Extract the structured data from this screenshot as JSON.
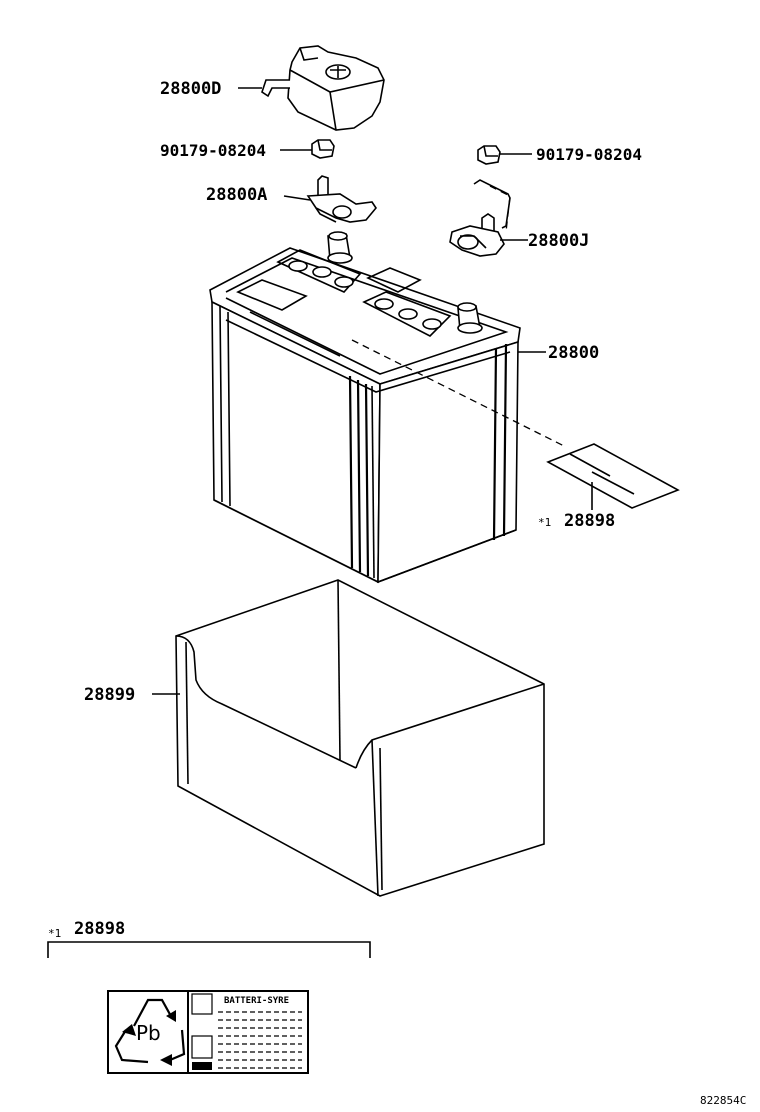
{
  "parts": {
    "battery_cover": "28800D",
    "nut_left": "90179-08204",
    "nut_right": "90179-08204",
    "terminal_a": "28800A",
    "terminal_j": "28800J",
    "battery": "28800",
    "label_part": "28898",
    "label_note_mark": "*1",
    "tray": "28899"
  },
  "detail": {
    "mark": "*1",
    "part": "28898",
    "recycle_symbol": "Pb",
    "label_heading": "BATTERI-SYRE"
  },
  "icons": [
    "recycle-icon"
  ],
  "figure_code": "822854C"
}
